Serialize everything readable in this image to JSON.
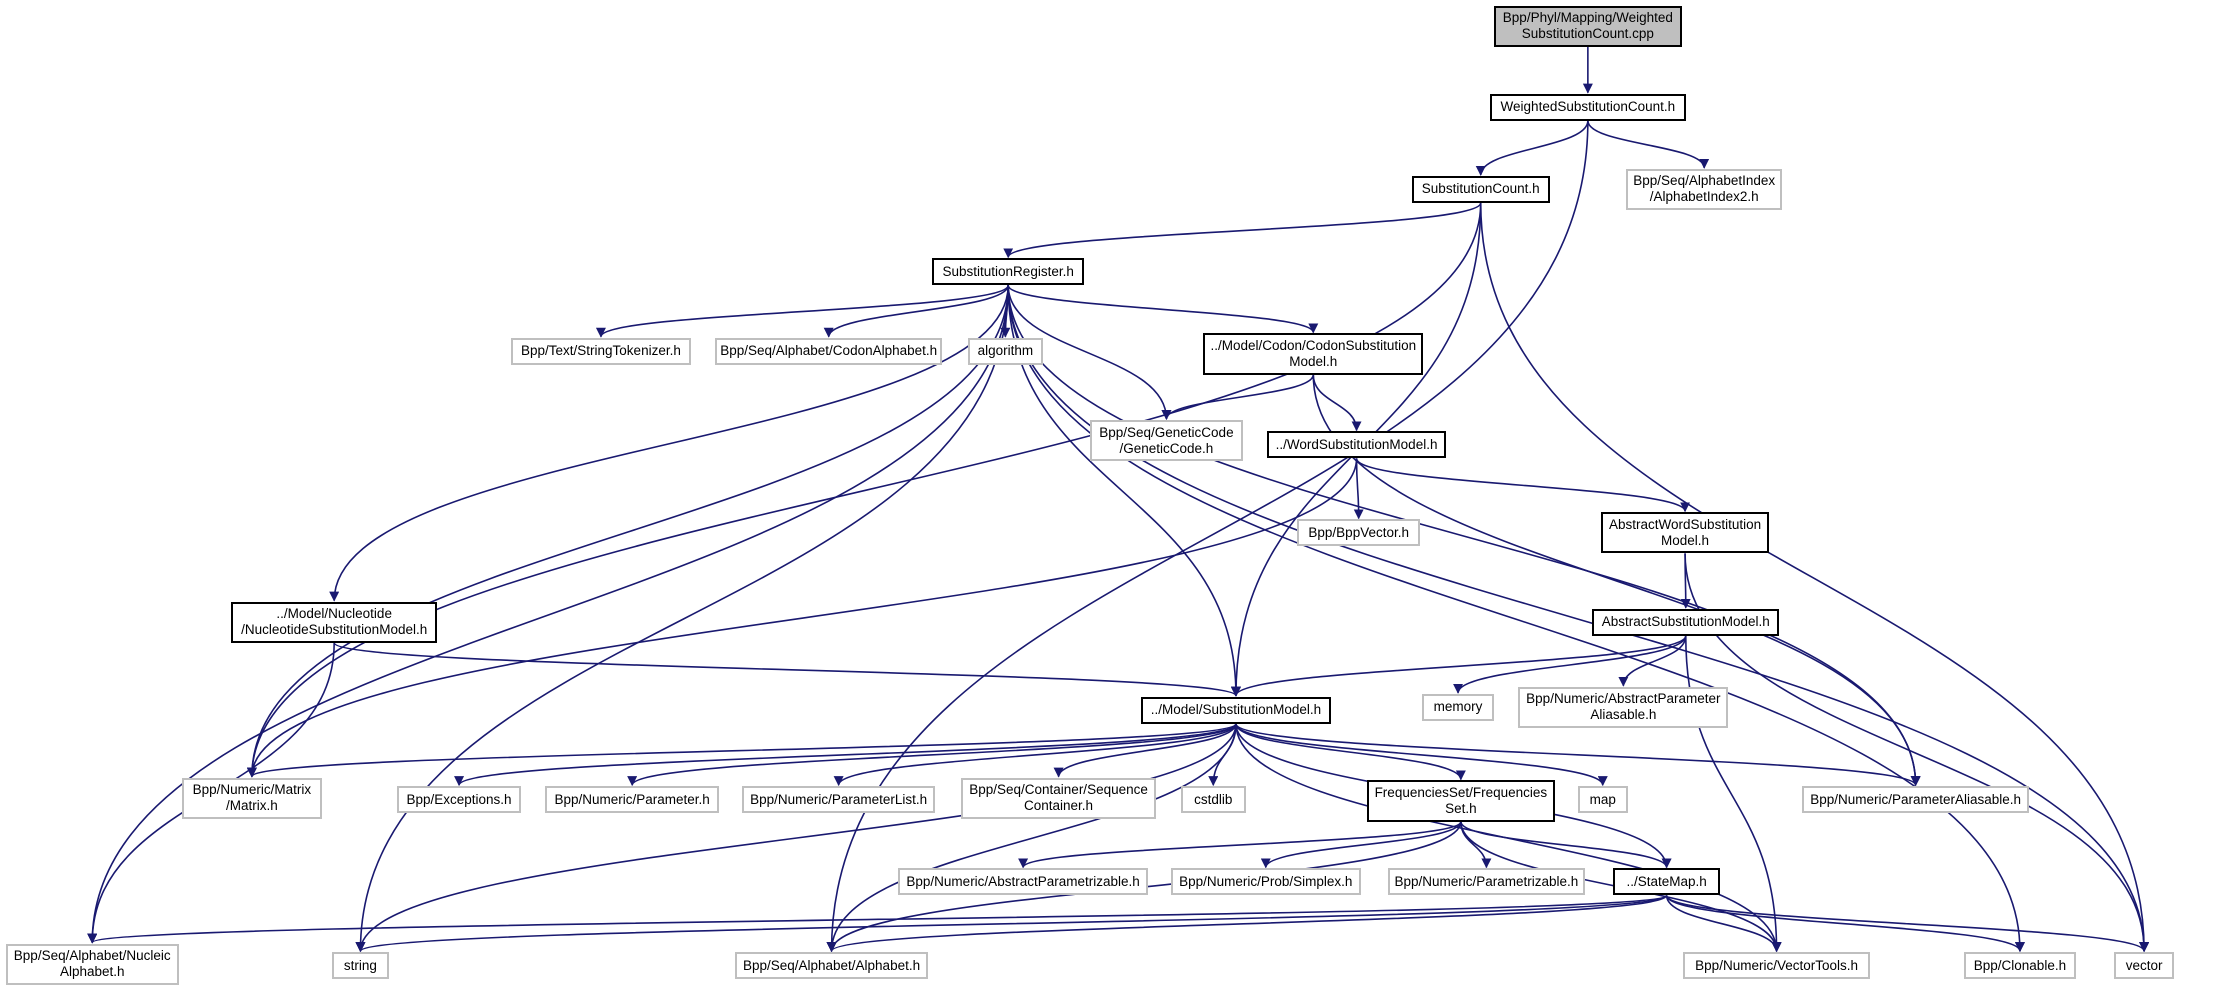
{
  "title": "Include dependency graph for WeightedSubstitutionCount.cpp",
  "colors": {
    "edge": "#191970",
    "internal_border": "#000000",
    "external_border": "#bfbfbf",
    "root_fill": "#bfbfbf"
  },
  "nodes": [
    {
      "id": "root",
      "label": "Bpp/Phyl/Mapping/Weighted\nSubstitutionCount.cpp",
      "kind": "root"
    },
    {
      "id": "wsc",
      "label": "WeightedSubstitutionCount.h",
      "kind": "internal"
    },
    {
      "id": "sc",
      "label": "SubstitutionCount.h",
      "kind": "internal"
    },
    {
      "id": "ai2",
      "label": "Bpp/Seq/AlphabetIndex\n/AlphabetIndex2.h",
      "kind": "external"
    },
    {
      "id": "sr",
      "label": "SubstitutionRegister.h",
      "kind": "internal"
    },
    {
      "id": "strtok",
      "label": "Bpp/Text/StringTokenizer.h",
      "kind": "external"
    },
    {
      "id": "codalph",
      "label": "Bpp/Seq/Alphabet/CodonAlphabet.h",
      "kind": "external"
    },
    {
      "id": "algorithm",
      "label": "algorithm",
      "kind": "external"
    },
    {
      "id": "csm",
      "label": "../Model/Codon/CodonSubstitution\nModel.h",
      "kind": "internal"
    },
    {
      "id": "gc",
      "label": "Bpp/Seq/GeneticCode\n/GeneticCode.h",
      "kind": "external"
    },
    {
      "id": "wsm",
      "label": "../WordSubstitutionModel.h",
      "kind": "internal"
    },
    {
      "id": "bppvec",
      "label": "Bpp/BppVector.h",
      "kind": "external"
    },
    {
      "id": "awsm",
      "label": "AbstractWordSubstitution\nModel.h",
      "kind": "internal"
    },
    {
      "id": "nsm",
      "label": "../Model/Nucleotide\n/NucleotideSubstitutionModel.h",
      "kind": "internal"
    },
    {
      "id": "asm",
      "label": "AbstractSubstitutionModel.h",
      "kind": "internal"
    },
    {
      "id": "memory",
      "label": "memory",
      "kind": "external"
    },
    {
      "id": "apa",
      "label": "Bpp/Numeric/AbstractParameter\nAliasable.h",
      "kind": "external"
    },
    {
      "id": "sm",
      "label": "../Model/SubstitutionModel.h",
      "kind": "internal"
    },
    {
      "id": "matrix",
      "label": "Bpp/Numeric/Matrix\n/Matrix.h",
      "kind": "external"
    },
    {
      "id": "exc",
      "label": "Bpp/Exceptions.h",
      "kind": "external"
    },
    {
      "id": "param",
      "label": "Bpp/Numeric/Parameter.h",
      "kind": "external"
    },
    {
      "id": "plist",
      "label": "Bpp/Numeric/ParameterList.h",
      "kind": "external"
    },
    {
      "id": "seqcont",
      "label": "Bpp/Seq/Container/Sequence\nContainer.h",
      "kind": "external"
    },
    {
      "id": "cstdlib",
      "label": "cstdlib",
      "kind": "external"
    },
    {
      "id": "fs",
      "label": "FrequenciesSet/Frequencies\nSet.h",
      "kind": "internal"
    },
    {
      "id": "map",
      "label": "map",
      "kind": "external"
    },
    {
      "id": "pal",
      "label": "Bpp/Numeric/ParameterAliasable.h",
      "kind": "external"
    },
    {
      "id": "apz",
      "label": "Bpp/Numeric/AbstractParametrizable.h",
      "kind": "external"
    },
    {
      "id": "simplex",
      "label": "Bpp/Numeric/Prob/Simplex.h",
      "kind": "external"
    },
    {
      "id": "pz",
      "label": "Bpp/Numeric/Parametrizable.h",
      "kind": "external"
    },
    {
      "id": "statemap",
      "label": "../StateMap.h",
      "kind": "internal"
    },
    {
      "id": "nucalph",
      "label": "Bpp/Seq/Alphabet/Nucleic\nAlphabet.h",
      "kind": "external"
    },
    {
      "id": "string",
      "label": "string",
      "kind": "external"
    },
    {
      "id": "alph",
      "label": "Bpp/Seq/Alphabet/Alphabet.h",
      "kind": "external"
    },
    {
      "id": "vtools",
      "label": "Bpp/Numeric/VectorTools.h",
      "kind": "external"
    },
    {
      "id": "clonable",
      "label": "Bpp/Clonable.h",
      "kind": "external"
    },
    {
      "id": "vector",
      "label": "vector",
      "kind": "external"
    }
  ],
  "edges": [
    [
      "root",
      "wsc"
    ],
    [
      "wsc",
      "sc"
    ],
    [
      "wsc",
      "ai2"
    ],
    [
      "wsc",
      "alph"
    ],
    [
      "sc",
      "sr"
    ],
    [
      "sc",
      "sm"
    ],
    [
      "sc",
      "matrix"
    ],
    [
      "sc",
      "vector"
    ],
    [
      "sr",
      "strtok"
    ],
    [
      "sr",
      "codalph"
    ],
    [
      "sr",
      "algorithm"
    ],
    [
      "sr",
      "csm"
    ],
    [
      "sr",
      "gc"
    ],
    [
      "sr",
      "sm"
    ],
    [
      "sr",
      "nsm"
    ],
    [
      "sr",
      "nucalph"
    ],
    [
      "sr",
      "string"
    ],
    [
      "sr",
      "matrix"
    ],
    [
      "sr",
      "pal"
    ],
    [
      "sr",
      "clonable"
    ],
    [
      "sr",
      "vector"
    ],
    [
      "csm",
      "gc"
    ],
    [
      "csm",
      "wsm"
    ],
    [
      "csm",
      "pal"
    ],
    [
      "wsm",
      "bppvec"
    ],
    [
      "wsm",
      "awsm"
    ],
    [
      "wsm",
      "matrix"
    ],
    [
      "awsm",
      "asm"
    ],
    [
      "awsm",
      "vector"
    ],
    [
      "nsm",
      "sm"
    ],
    [
      "nsm",
      "nucalph"
    ],
    [
      "asm",
      "sm"
    ],
    [
      "asm",
      "memory"
    ],
    [
      "asm",
      "apa"
    ],
    [
      "asm",
      "vtools"
    ],
    [
      "sm",
      "matrix"
    ],
    [
      "sm",
      "exc"
    ],
    [
      "sm",
      "param"
    ],
    [
      "sm",
      "plist"
    ],
    [
      "sm",
      "seqcont"
    ],
    [
      "sm",
      "cstdlib"
    ],
    [
      "sm",
      "fs"
    ],
    [
      "sm",
      "map"
    ],
    [
      "sm",
      "pal"
    ],
    [
      "sm",
      "statemap"
    ],
    [
      "sm",
      "string"
    ],
    [
      "sm",
      "alph"
    ],
    [
      "sm",
      "vtools"
    ],
    [
      "fs",
      "apz"
    ],
    [
      "fs",
      "simplex"
    ],
    [
      "fs",
      "pz"
    ],
    [
      "fs",
      "statemap"
    ],
    [
      "fs",
      "alph"
    ],
    [
      "fs",
      "vtools"
    ],
    [
      "statemap",
      "nucalph"
    ],
    [
      "statemap",
      "string"
    ],
    [
      "statemap",
      "alph"
    ],
    [
      "statemap",
      "vtools"
    ],
    [
      "statemap",
      "clonable"
    ],
    [
      "statemap",
      "vector"
    ]
  ]
}
